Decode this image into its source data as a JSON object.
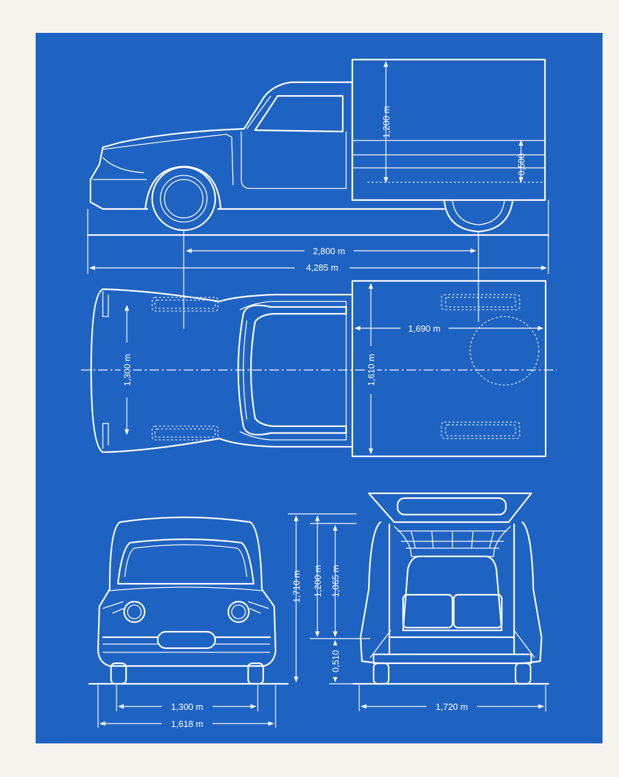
{
  "dimensions": {
    "box_height": "1,200 m",
    "floor_height": "0,500",
    "wheelbase": "2,800 m",
    "length": "4,285 m",
    "box_inner_length": "1,690 m",
    "front_track": "1,300 m",
    "box_width": "1,610 m",
    "total_height": "1,710 m",
    "rear_box_height": "1,200 m",
    "rear_opening_height": "1,065 m",
    "rear_sill_height": "0,510",
    "front_track_front": "1,300 m",
    "front_width": "1,618 m",
    "rear_width": "1,720 m"
  },
  "colors": {
    "blueprint": "#1f63c2",
    "line": "#ffffff",
    "paper": "#f6f4ee"
  }
}
